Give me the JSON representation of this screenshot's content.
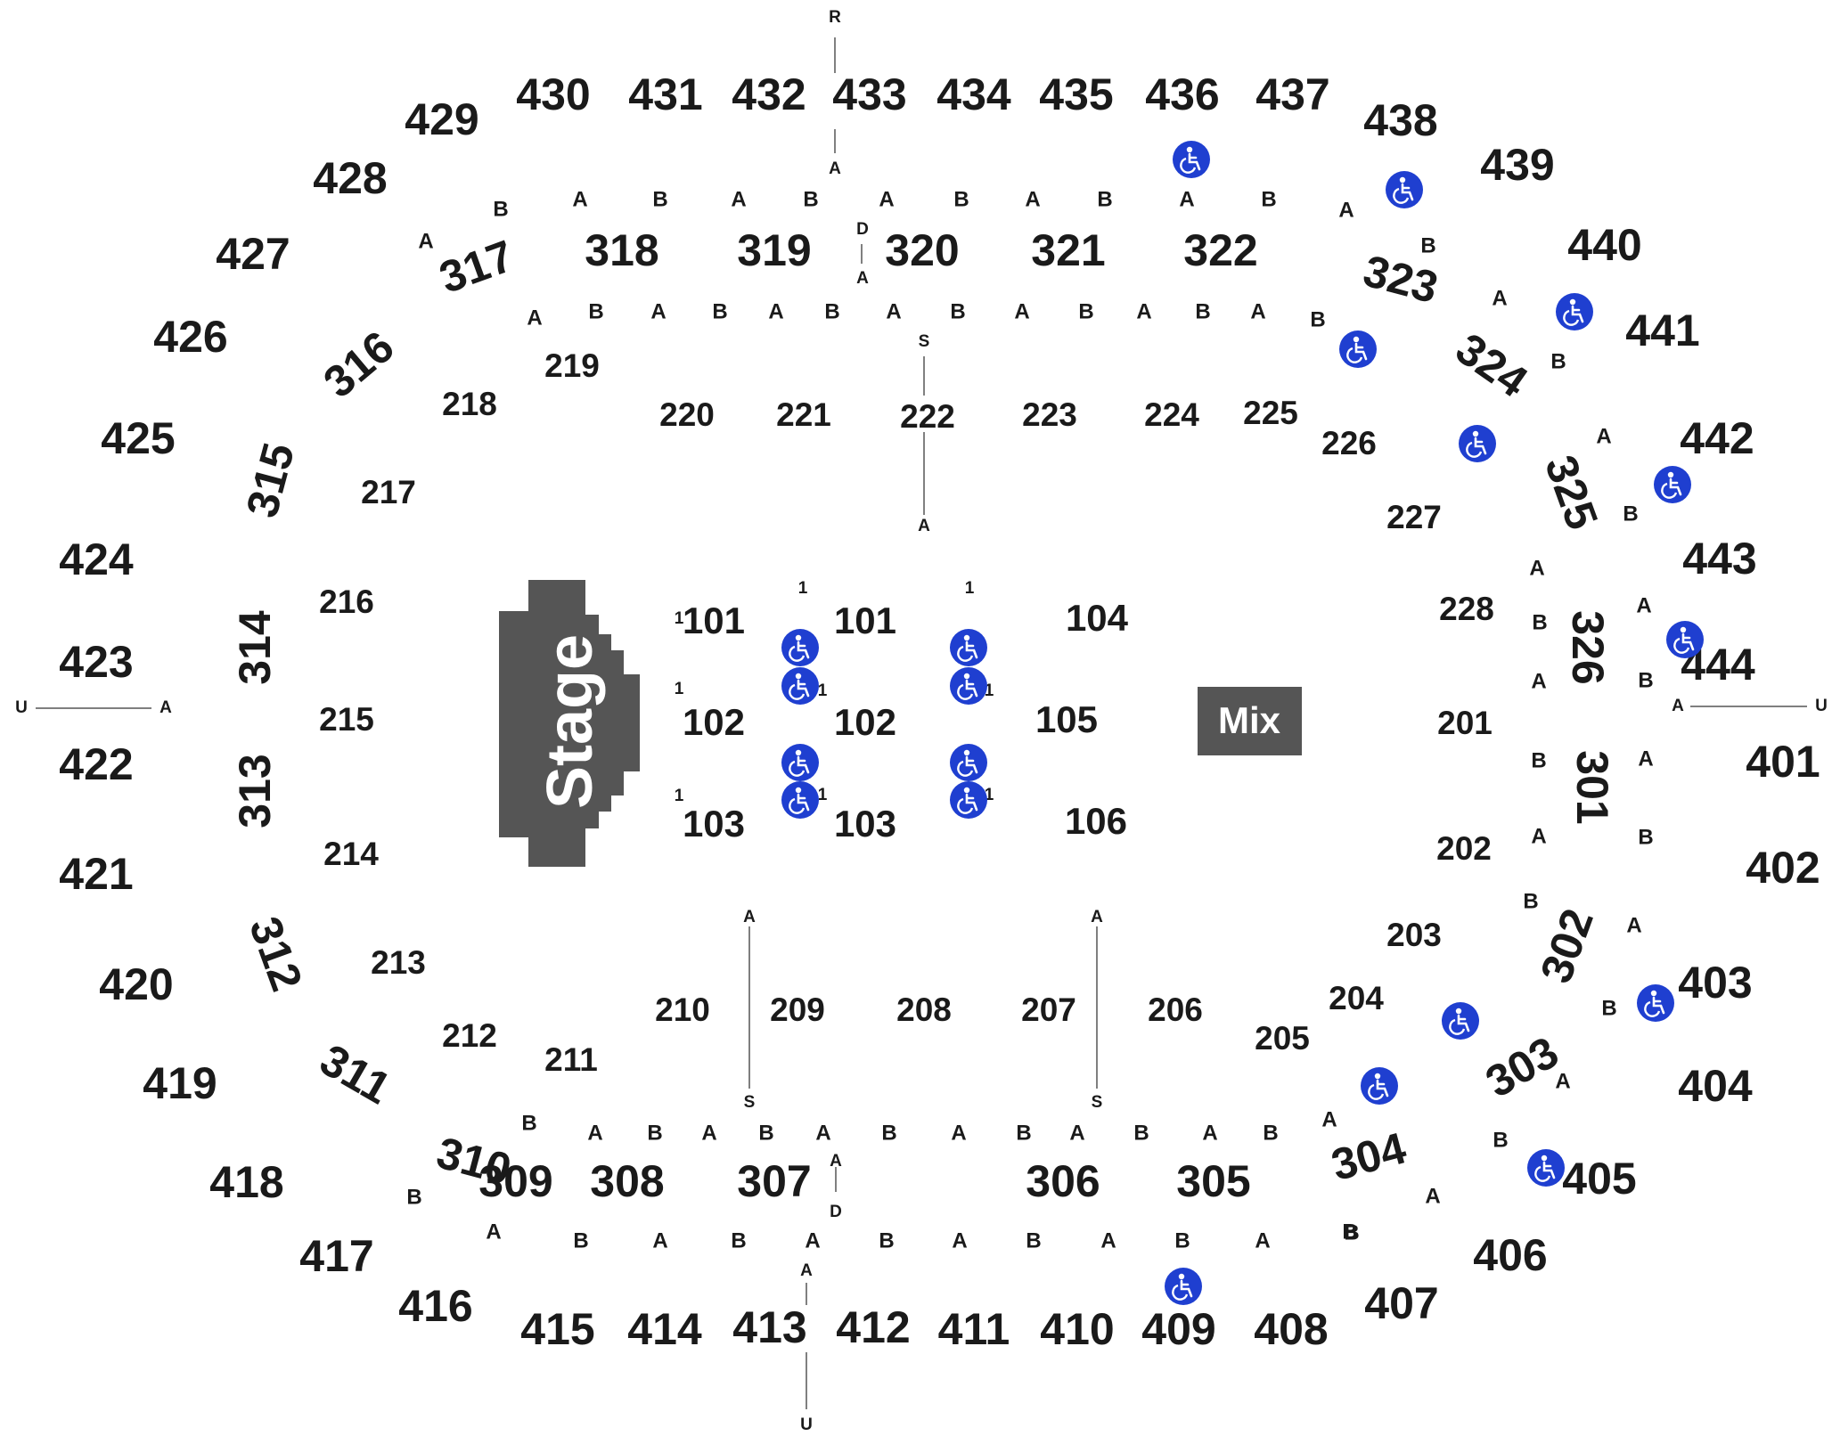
{
  "map": {
    "stage_label": "Stage",
    "mix_label": "Mix",
    "colors": {
      "stage": "#555555",
      "mix": "#555555",
      "accessible": "#1f3fd0",
      "text": "#1a1a1a"
    },
    "accessible_icon": "wheelchair-icon",
    "sections_400": [
      "401",
      "402",
      "403",
      "404",
      "405",
      "406",
      "407",
      "408",
      "409",
      "410",
      "411",
      "412",
      "413",
      "414",
      "415",
      "416",
      "417",
      "418",
      "419",
      "420",
      "421",
      "422",
      "423",
      "424",
      "425",
      "426",
      "427",
      "428",
      "429",
      "430",
      "431",
      "432",
      "433",
      "434",
      "435",
      "436",
      "437",
      "438",
      "439",
      "440",
      "441",
      "442",
      "443",
      "444"
    ],
    "sections_300": [
      "301",
      "302",
      "303",
      "304",
      "305",
      "306",
      "307",
      "308",
      "309",
      "310",
      "311",
      "312",
      "313",
      "314",
      "315",
      "316",
      "317",
      "318",
      "319",
      "320",
      "321",
      "322",
      "323",
      "324",
      "325",
      "326"
    ],
    "sections_200": [
      "201",
      "202",
      "203",
      "204",
      "205",
      "206",
      "207",
      "208",
      "209",
      "210",
      "211",
      "212",
      "213",
      "214",
      "215",
      "216",
      "217",
      "218",
      "219",
      "220",
      "221",
      "222",
      "223",
      "224",
      "225",
      "226",
      "227",
      "228"
    ],
    "sections_100": [
      "101",
      "101",
      "102",
      "102",
      "103",
      "103",
      "104",
      "105",
      "106"
    ],
    "row_labels": [
      "A",
      "B",
      "D",
      "S",
      "R",
      "U",
      "1"
    ]
  }
}
